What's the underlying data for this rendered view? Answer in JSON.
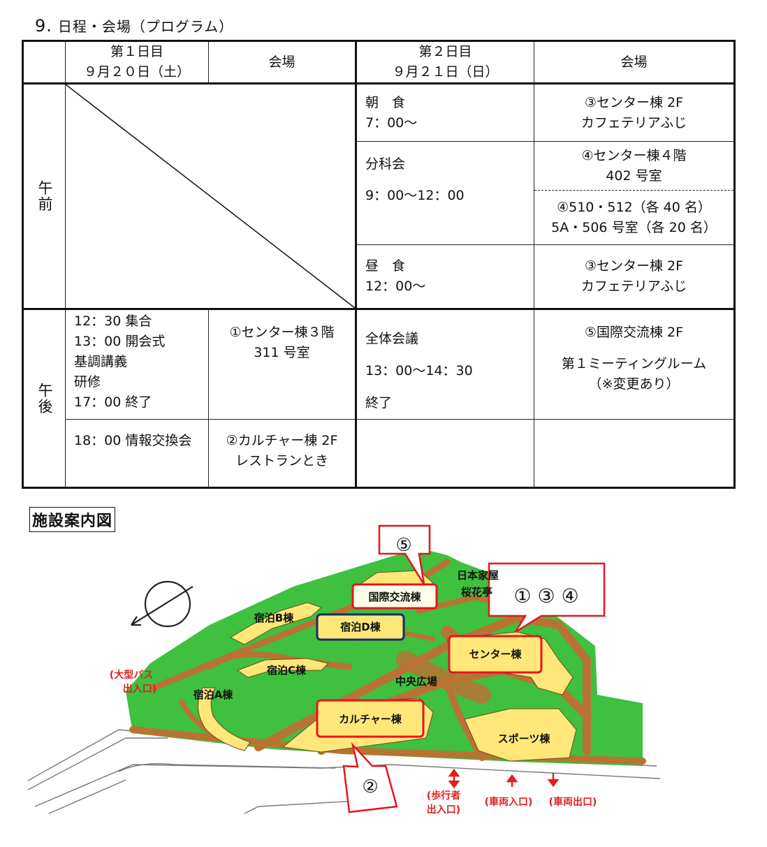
{
  "heading": {
    "number": "9.",
    "title": "日程・会場（プログラム）"
  },
  "table": {
    "day1_header": [
      "第１日目",
      "９月２０日（土）"
    ],
    "venue_header": "会場",
    "day2_header": [
      "第２日目",
      "９月２１日（日）"
    ],
    "am_label": "午前",
    "pm_label": "午後",
    "am_rows": [
      {
        "time": [
          "朝　食",
          "7：00～"
        ],
        "venue": [
          "③センター棟 2F",
          "カフェテリアふじ"
        ]
      },
      {
        "time": [
          "分科会",
          "9：00～12：00"
        ],
        "venue_a": [
          "④センター棟４階",
          "402 号室"
        ],
        "venue_b": [
          "④510・512（各 40 名）",
          "5A・506 号室（各 20 名）"
        ]
      },
      {
        "time": [
          "昼　食",
          "12：00～"
        ],
        "venue": [
          "③センター棟 2F",
          "カフェテリアふじ"
        ]
      }
    ],
    "pm_row1": {
      "day1_items": [
        "12：30 集合",
        "13：00 開会式",
        "基調講義",
        "研修",
        "17：00 終了"
      ],
      "day1_venue": [
        "①センター棟３階",
        "311 号室"
      ],
      "day2_items": [
        "全体会議",
        "13：00～14：30",
        "終了"
      ],
      "day2_venue": [
        "⑤国際交流棟 2F",
        "第１ミーティングルーム",
        "（※変更あり）"
      ]
    },
    "pm_row2": {
      "day1_item": "18：00 情報交換会",
      "day1_venue": [
        "②カルチャー棟 2F",
        "レストランとき"
      ]
    }
  },
  "map": {
    "section_title": "施設案内図",
    "callouts": {
      "c5": "⑤",
      "c134": "① ③ ④",
      "c2": "②"
    },
    "labels": {
      "kokusai": "国際交流棟",
      "nihon": "日本家屋",
      "sakura": "桜花亭",
      "shukuhaku_b": "宿泊B棟",
      "shukuhaku_d": "宿泊D棟",
      "shukuhaku_c": "宿泊C棟",
      "shukuhaku_a": "宿泊A棟",
      "center": "センター棟",
      "chuo": "中央広場",
      "culture": "カルチャー棟",
      "sports": "スポーツ棟",
      "bus1": "(大型バス",
      "bus2": "出入口)",
      "walk1": "(歩行者",
      "walk2": "出入口)",
      "car_in": "(車両入口)",
      "car_out": "(車両出口)"
    },
    "colors": {
      "green": "#3fc03f",
      "road": "#b87333",
      "building": "#ffe77a",
      "callout_red": "#e8141c",
      "navy": "#1a2a6c",
      "label_red": "#e02020"
    }
  }
}
